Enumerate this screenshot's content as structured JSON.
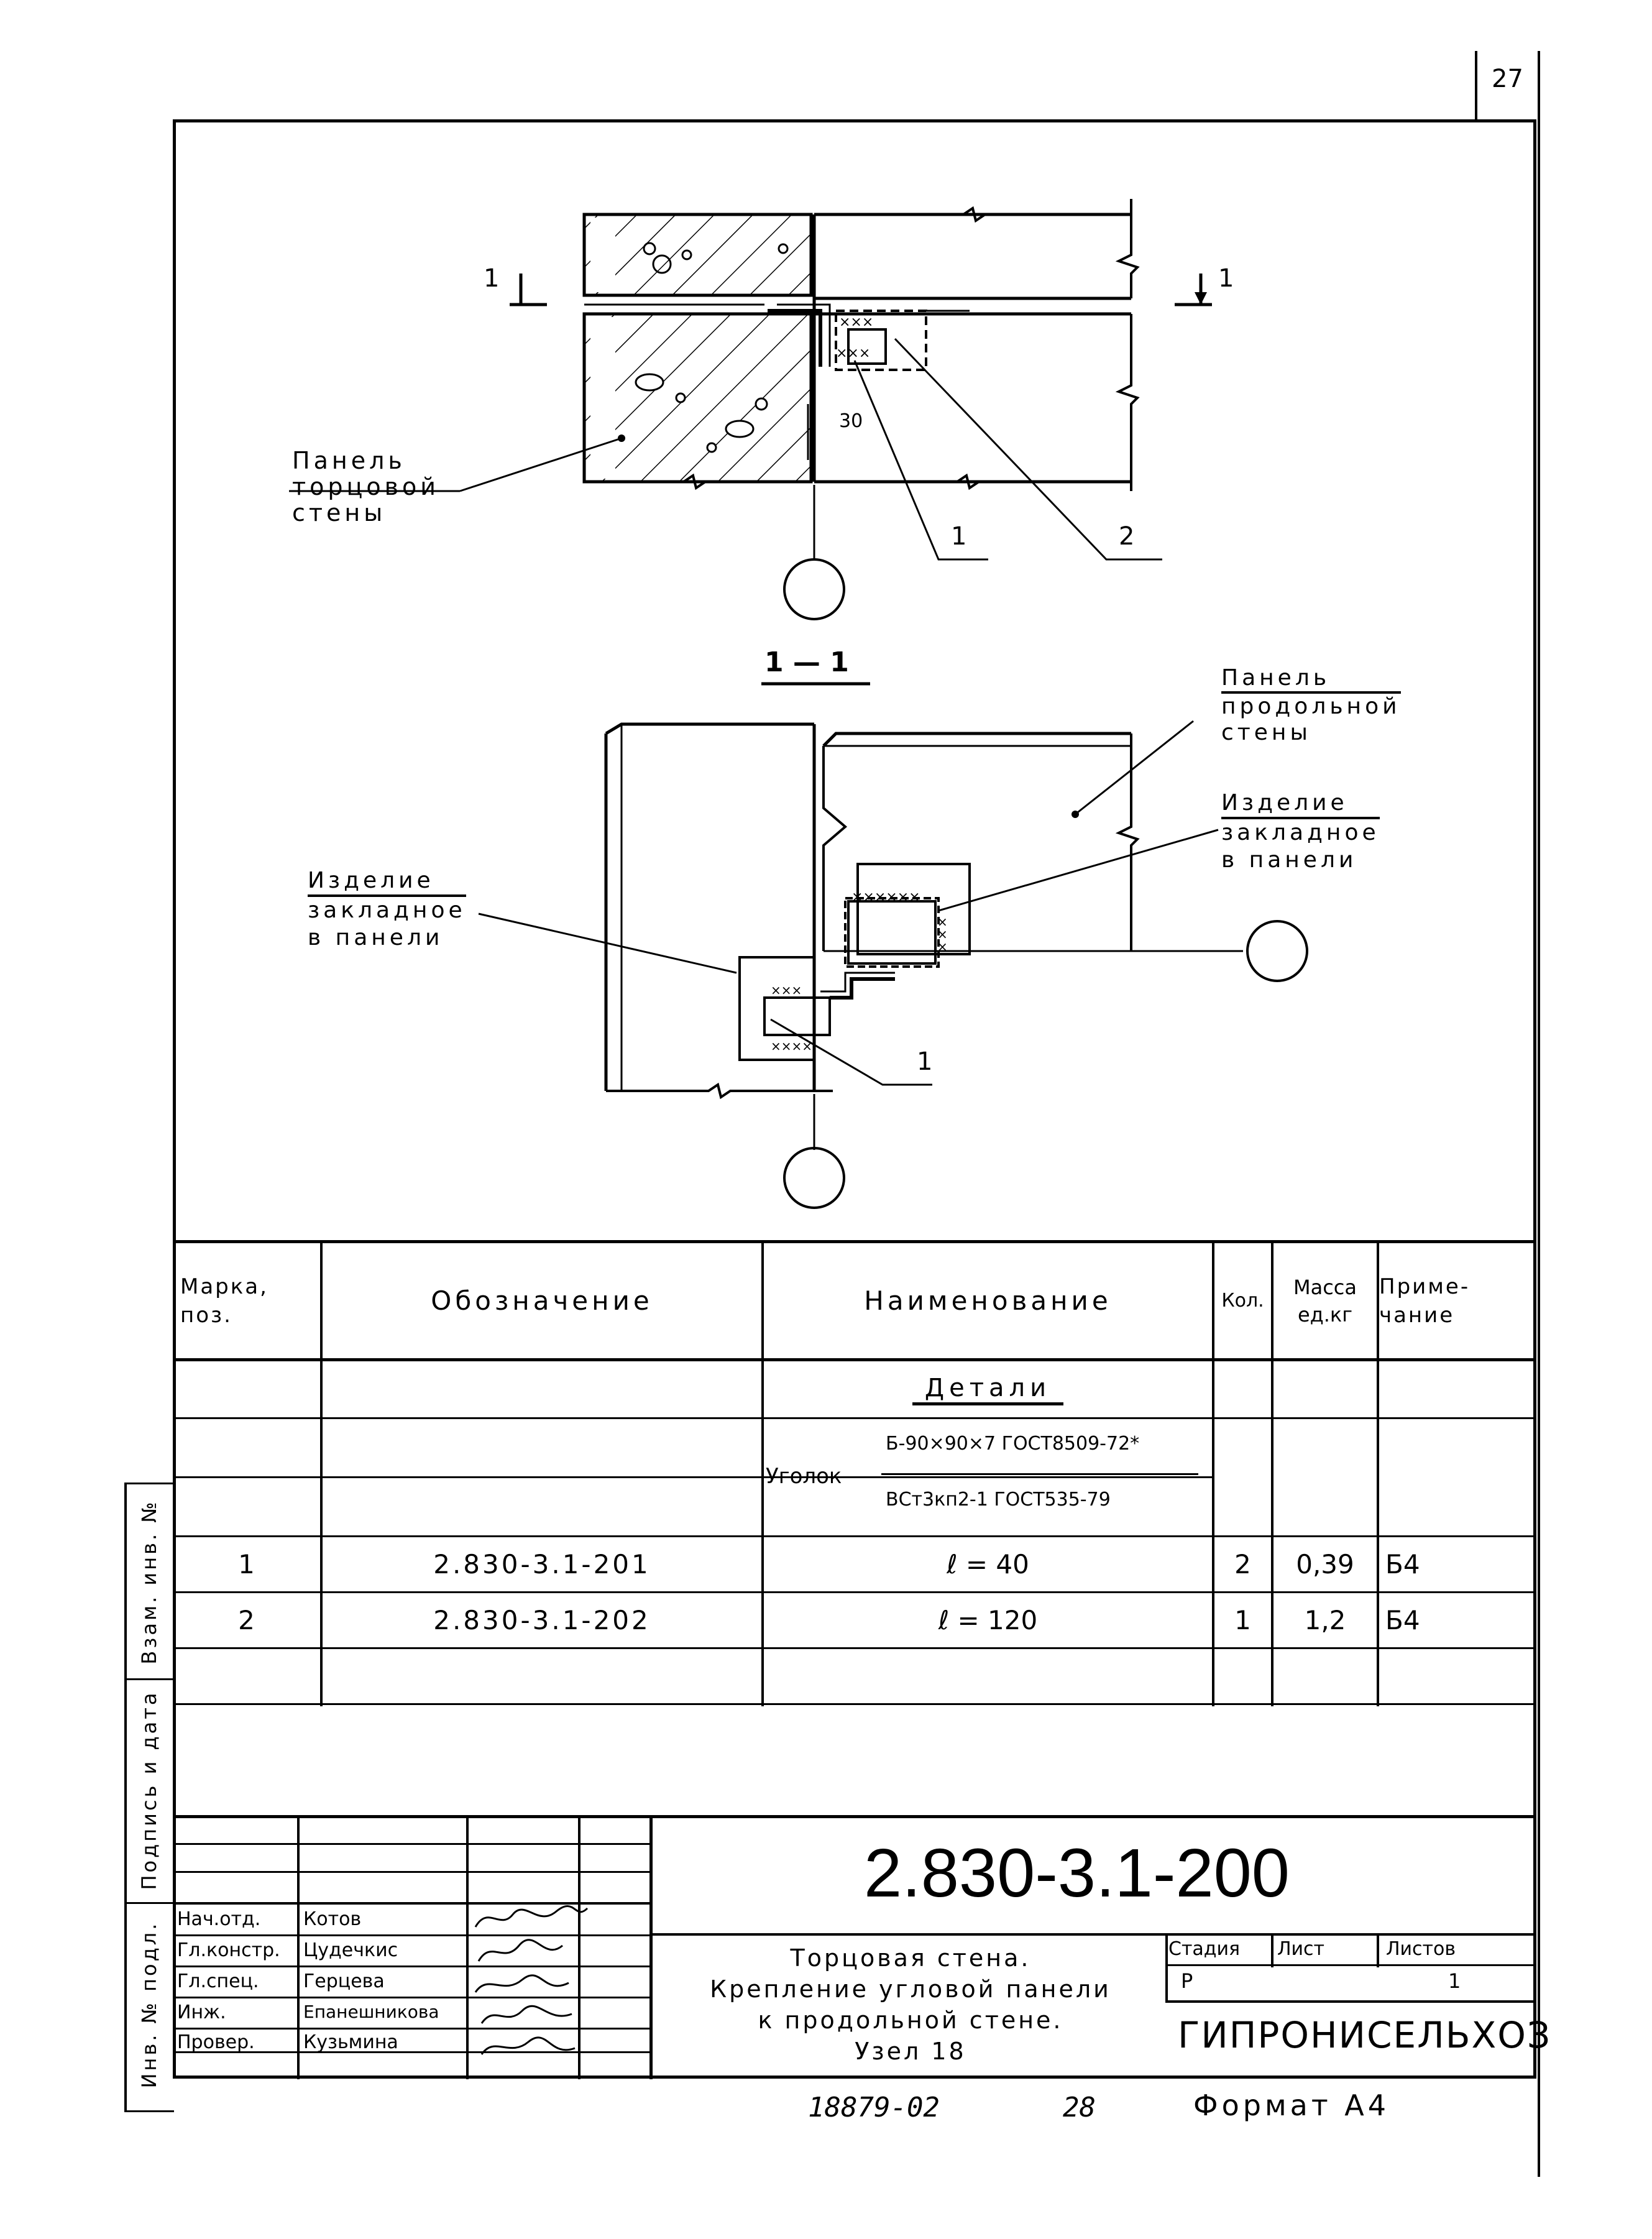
{
  "sheet_number": "27",
  "drawing": {
    "section_mark_left": "1",
    "section_mark_right": "1",
    "dim_30": "30",
    "callout_1": "1",
    "callout_2": "2",
    "callout_bottom_1": "1",
    "section_title": "1 — 1",
    "label_end_wall": [
      "Панель",
      "торцовой",
      "стены"
    ],
    "label_long_wall": [
      "Панель",
      "продольной",
      "стены"
    ],
    "label_embed_right": [
      "Изделие",
      "закладное",
      "в панели"
    ],
    "label_embed_left": [
      "Изделие",
      "закладное",
      "в панели"
    ]
  },
  "spec_table": {
    "headers": {
      "mark": "Марка, поз.",
      "designation": "Обозначение",
      "name": "Наименование",
      "qty": "Кол.",
      "mass": "Масса ед.кг",
      "note": "Приме- чание"
    },
    "section_title": "Детали",
    "angle_label": "Уголок",
    "angle_top": "Б-90×90×7 ГОСТ8509-72*",
    "angle_bottom": "ВСт3кп2-1 ГОСТ535-79",
    "rows": [
      {
        "mark": "1",
        "designation": "2.830-3.1-201",
        "name": "ℓ = 40",
        "qty": "2",
        "mass": "0,39",
        "note": "Б4"
      },
      {
        "mark": "2",
        "designation": "2.830-3.1-202",
        "name": "ℓ = 120",
        "qty": "1",
        "mass": "1,2",
        "note": "Б4"
      }
    ]
  },
  "side_stamp": {
    "inv_orig": "Инв. № подл.",
    "sign_date": "Подпись и дата",
    "replace_inv": "Взам. инв. №"
  },
  "title_block": {
    "doc_number": "2.830-3.1-200",
    "title_lines": [
      "Торцовая стена.",
      "Крепление угловой панели",
      "к продольной стене.",
      "Узел 18"
    ],
    "stage_label": "Стадия",
    "sheet_label": "Лист",
    "sheets_label": "Листов",
    "stage_value": "Р",
    "sheets_value": "1",
    "organization": "ГИПРОНИСЕЛЬХОЗ",
    "people": [
      {
        "role": "Нач.отд.",
        "name": "Котов"
      },
      {
        "role": "Гл.констр.",
        "name": "Цудечкис"
      },
      {
        "role": "Гл.спец.",
        "name": "Герцева"
      },
      {
        "role": "Инж.",
        "name": "Епанешникова"
      },
      {
        "role": "Провер.",
        "name": "Кузьмина"
      }
    ]
  },
  "footer": {
    "handwritten": "18879-02",
    "page": "28",
    "format": "Формат А4"
  }
}
